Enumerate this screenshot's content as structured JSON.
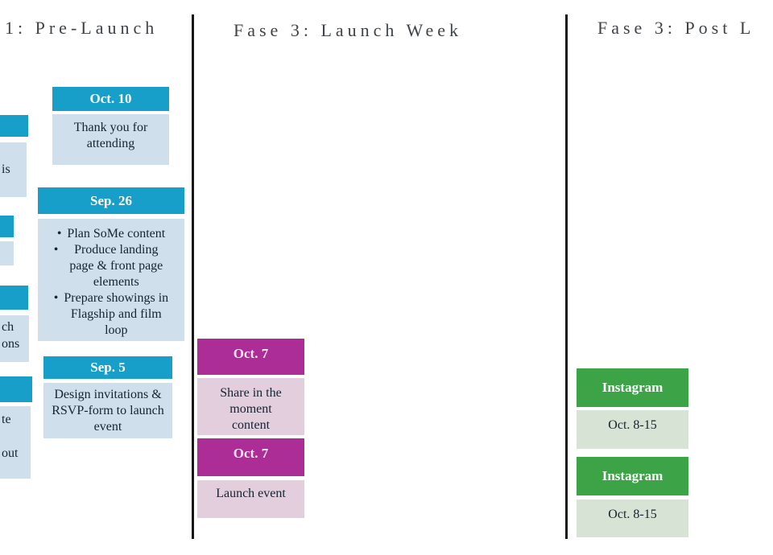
{
  "colors": {
    "blue_header": "#189fc9",
    "blue_body": "#cfe0ec",
    "magenta_header": "#ac2d96",
    "magenta_body": "#e3cede",
    "green_header": "#3ca447",
    "green_body": "#d7e3d4",
    "title_text": "#3f4347",
    "header_text": "#ffffff",
    "body_text": "#152430",
    "divider": "#161616",
    "background": "#ffffff"
  },
  "columns": [
    {
      "title": "1: Pre-Launch",
      "cards": [
        {
          "header": "Oct. 10",
          "body": "Thank you for attending"
        },
        {
          "header": "Sep. 26",
          "bullets": [
            "Plan SoMe content",
            "Produce landing page & front page elements",
            "Prepare showings in Flagship and film loop"
          ]
        },
        {
          "header": "Sep. 5",
          "body": "Design invitations & RSVP-form to launch event"
        }
      ],
      "clipped_cards": [
        {
          "lines": [
            "is"
          ]
        },
        {
          "lines": []
        },
        {
          "lines": [
            "ch",
            "ons"
          ]
        },
        {
          "lines": [
            "te",
            "",
            "out"
          ]
        }
      ]
    },
    {
      "title": "Fase 3: Launch Week",
      "cards": [
        {
          "header": "Oct. 7",
          "body": "Share in the moment content"
        },
        {
          "header": "Oct. 7",
          "body": "Launch event"
        }
      ]
    },
    {
      "title": "Fase 3: Post L",
      "cards": [
        {
          "header": "Instagram",
          "body": "Oct. 8-15"
        },
        {
          "header": "Instagram",
          "body": "Oct. 8-15"
        }
      ]
    }
  ]
}
